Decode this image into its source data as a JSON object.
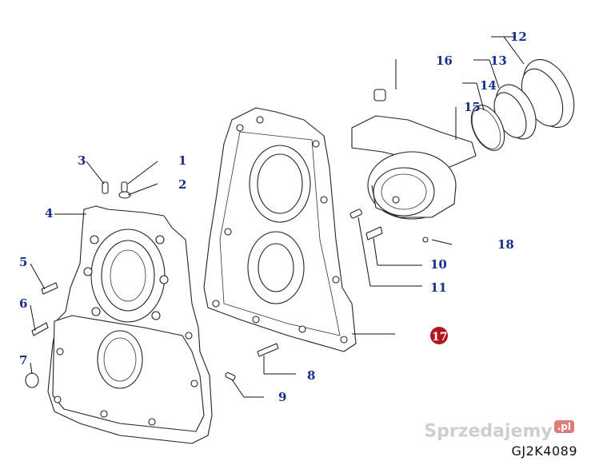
{
  "labels": {
    "l1": "1",
    "l2": "2",
    "l3": "3",
    "l4": "4",
    "l5": "5",
    "l6": "6",
    "l7": "7",
    "l8": "8",
    "l9": "9",
    "l10": "10",
    "l11": "11",
    "l12": "12",
    "l13": "13",
    "l14": "14",
    "l15": "15",
    "l16": "16",
    "l17": "17",
    "l18": "18"
  },
  "drawing_code": "GJ2K4089",
  "watermark": {
    "text": "Sprzedajemy",
    "badge": ".pl"
  },
  "colors": {
    "label": "#1a2e8c",
    "highlight": "#b5121b"
  }
}
